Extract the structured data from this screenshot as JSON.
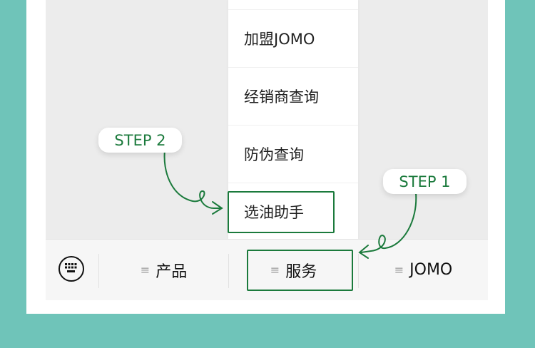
{
  "menu": {
    "items": [
      {
        "label": "加盟JOMO"
      },
      {
        "label": "经销商查询"
      },
      {
        "label": "防伪查询"
      },
      {
        "label": "选油助手"
      }
    ]
  },
  "bottom_bar": {
    "keyboard_icon": "keyboard-icon",
    "tabs": [
      {
        "label": "产品"
      },
      {
        "label": "服务"
      },
      {
        "label": "JOMO"
      }
    ]
  },
  "annotations": {
    "step1": "STEP 1",
    "step2": "STEP 2",
    "color": "#1b7a3c"
  }
}
